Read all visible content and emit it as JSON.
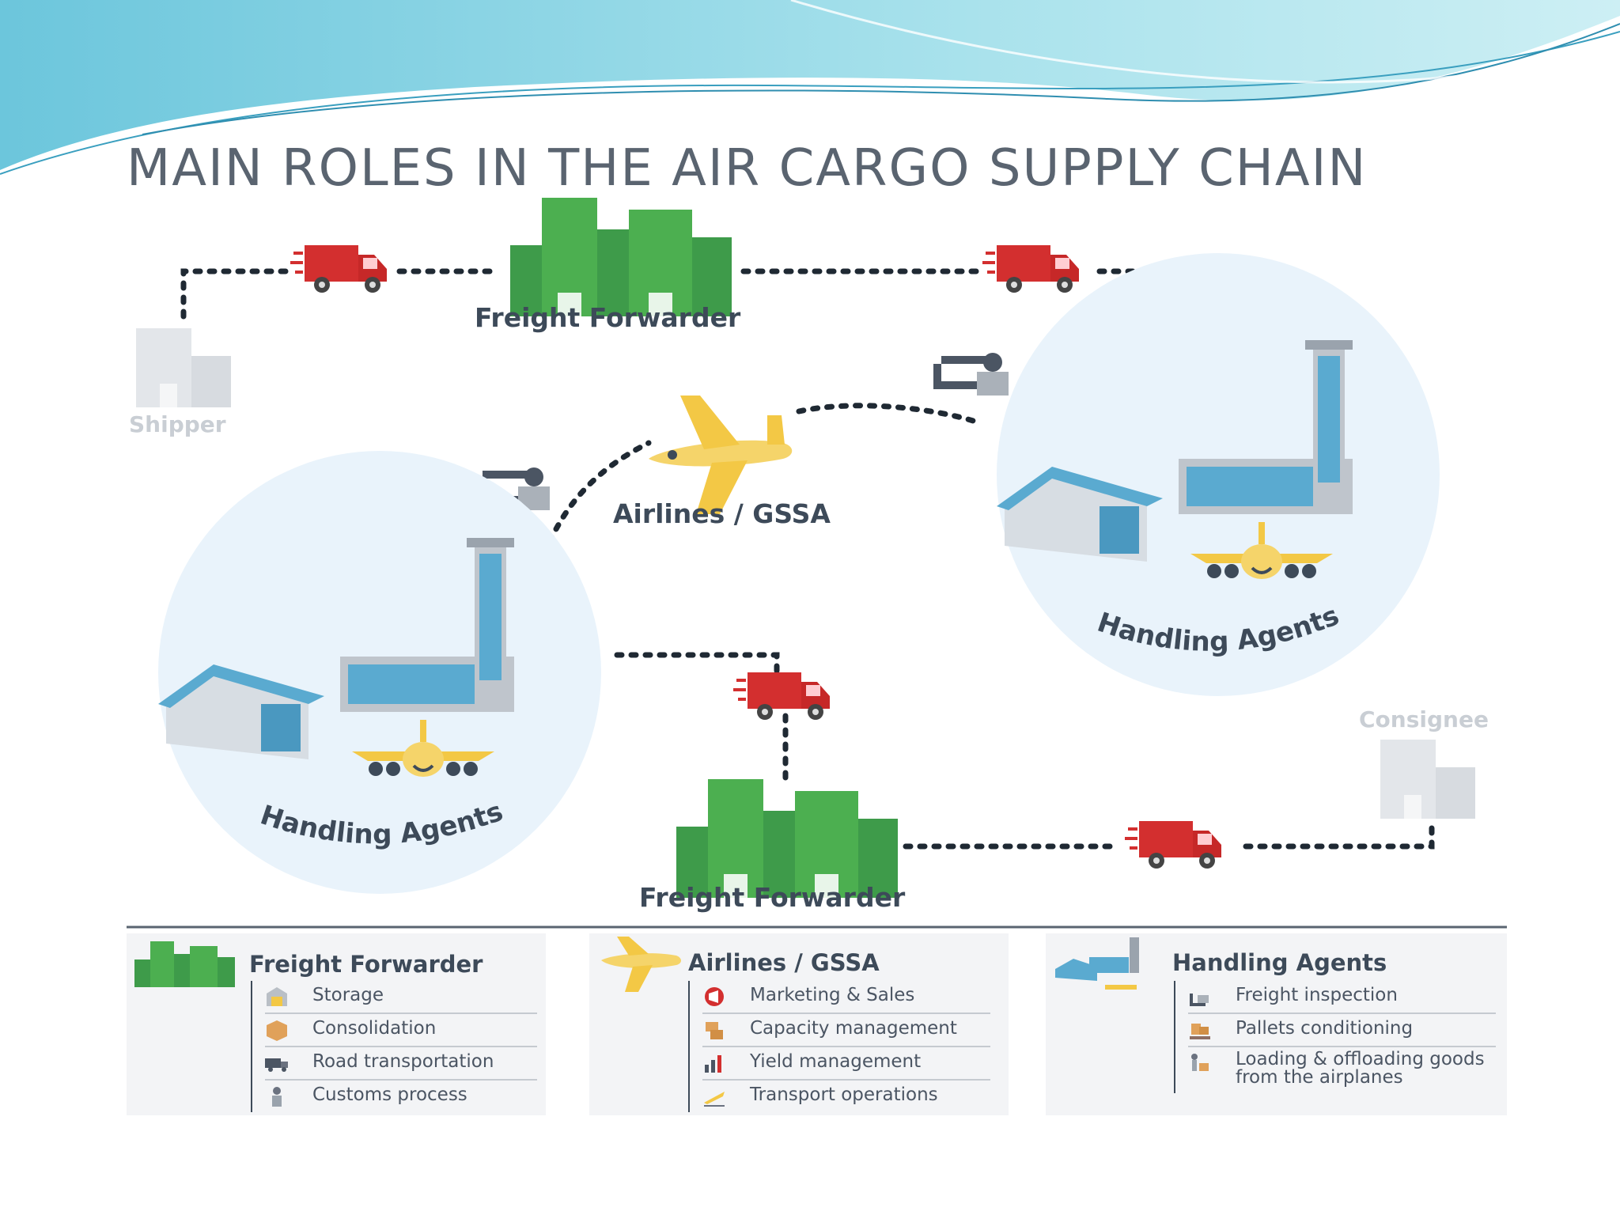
{
  "title": "MAIN ROLES IN THE AIR CARGO SUPPLY CHAIN",
  "nodes": {
    "freight_forwarder_top": "Freight Forwarder",
    "shipper": "Shipper",
    "airlines": "Airlines / GSSA",
    "handling_agents_right": "Handling Agents",
    "handling_agents_left": "Handling Agents",
    "consignee": "Consignee",
    "freight_forwarder_bottom": "Freight Forwarder"
  },
  "legend": [
    {
      "title": "Freight Forwarder",
      "icon": "buildings-icon",
      "items": [
        {
          "label": "Storage",
          "icon": "warehouse-icon"
        },
        {
          "label": "Consolidation",
          "icon": "box-icon"
        },
        {
          "label": "Road transportation",
          "icon": "truck-icon"
        },
        {
          "label": "Customs process",
          "icon": "officer-icon"
        }
      ]
    },
    {
      "title": "Airlines / GSSA",
      "icon": "airplane-icon",
      "items": [
        {
          "label": "Marketing & Sales",
          "icon": "megaphone-icon"
        },
        {
          "label": "Capacity management",
          "icon": "boxes-icon"
        },
        {
          "label": "Yield management",
          "icon": "bar-chart-icon"
        },
        {
          "label": "Transport operations",
          "icon": "plane-takeoff-icon"
        }
      ]
    },
    {
      "title": "Handling Agents",
      "icon": "airport-icon",
      "items": [
        {
          "label": "Freight inspection",
          "icon": "scanner-icon"
        },
        {
          "label": "Pallets conditioning",
          "icon": "pallet-icon"
        },
        {
          "label": "Loading & offloading goods from the airplanes",
          "icon": "loader-icon"
        }
      ]
    }
  ],
  "colors": {
    "green": "#3e9b4a",
    "truck_red": "#d32f2f",
    "plane_yellow": "#f3c845",
    "hangar_blue": "#5aaad0",
    "header_teal": "#7ad3e3"
  }
}
